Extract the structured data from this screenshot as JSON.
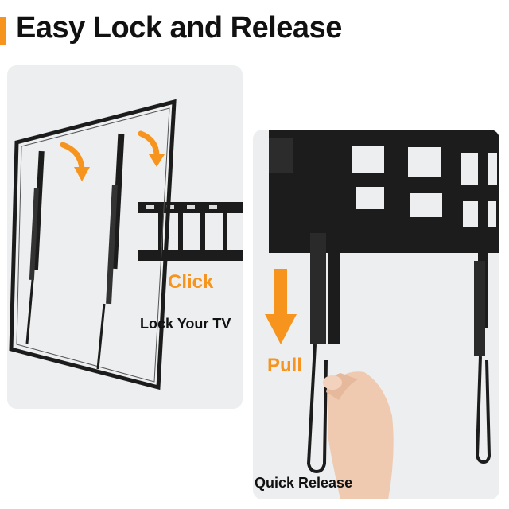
{
  "title": "Easy Lock and Release",
  "captions": {
    "click": "Click",
    "lock": "Lock Your TV",
    "pull": "Pull",
    "release": "Quick Release"
  },
  "colors": {
    "accent": "#f7941d",
    "panel": "#eceeef",
    "hardware": "#1c1c1c"
  },
  "icons": [
    "curved-arrow-icon",
    "down-arrow-icon"
  ]
}
